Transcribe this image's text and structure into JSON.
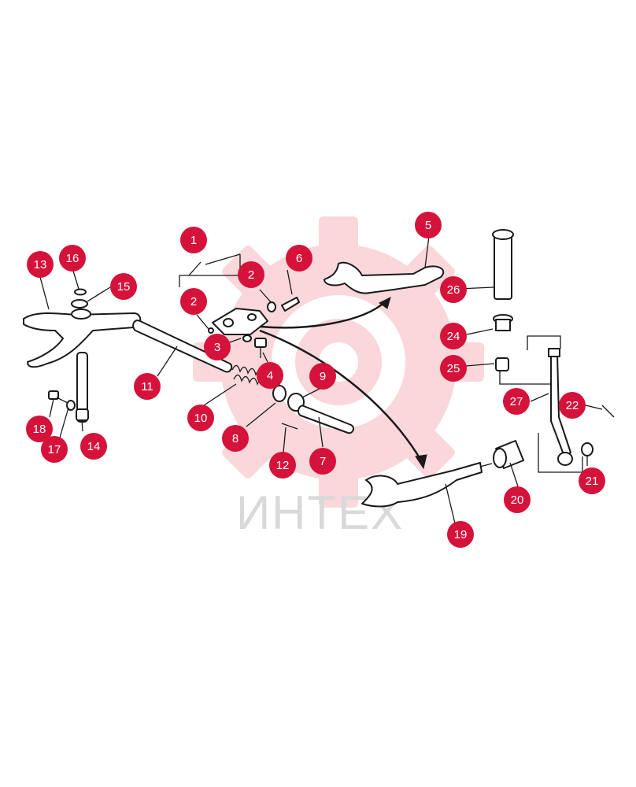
{
  "watermark": {
    "text": "ИНТЕХ",
    "logo": "gear-logo",
    "color": "#f5b8bd"
  },
  "callout_color": "#d5123a",
  "callouts": [
    {
      "label": "1"
    },
    {
      "label": "2"
    },
    {
      "label": "2"
    },
    {
      "label": "3"
    },
    {
      "label": "4"
    },
    {
      "label": "5"
    },
    {
      "label": "6"
    },
    {
      "label": "7"
    },
    {
      "label": "8"
    },
    {
      "label": "9"
    },
    {
      "label": "10"
    },
    {
      "label": "11"
    },
    {
      "label": "12"
    },
    {
      "label": "13"
    },
    {
      "label": "14"
    },
    {
      "label": "15"
    },
    {
      "label": "16"
    },
    {
      "label": "17"
    },
    {
      "label": "18"
    },
    {
      "label": "19"
    },
    {
      "label": "20"
    },
    {
      "label": "21"
    },
    {
      "label": "22"
    },
    {
      "label": "24"
    },
    {
      "label": "25"
    },
    {
      "label": "26"
    },
    {
      "label": "27"
    }
  ]
}
